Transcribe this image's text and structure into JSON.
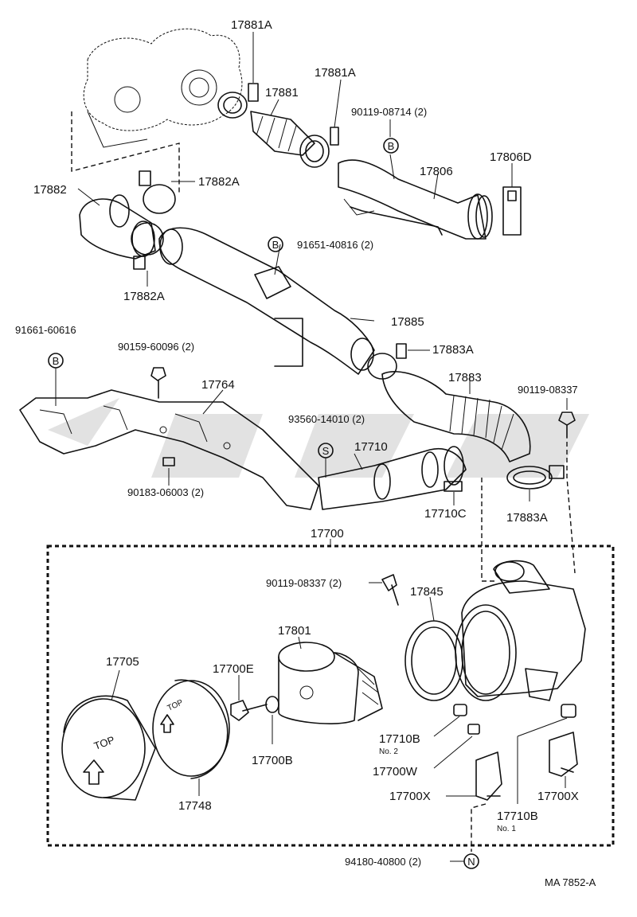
{
  "labels": {
    "p17881A_top": "17881A",
    "p17881": "17881",
    "p17881A_right": "17881A",
    "p90119_08714": "90119-08714 (2)",
    "p17806": "17806",
    "p17806D": "17806D",
    "p17882": "17882",
    "p17882A_top": "17882A",
    "p17882A_bottom": "17882A",
    "p91651_40816": "91651-40816 (2)",
    "p17885": "17885",
    "p91661_60616": "91661-60616",
    "p90159_60096": "90159-60096 (2)",
    "p17883A_top": "17883A",
    "p17883": "17883",
    "p90119_08337_top": "90119-08337",
    "p17764": "17764",
    "p93560_14010": "93560-14010 (2)",
    "p17710": "17710",
    "p90183_06003": "90183-06003 (2)",
    "p17710C": "17710C",
    "p17883A_bottom": "17883A",
    "p17700": "17700",
    "p90119_08337_mid": "90119-08337 (2)",
    "p17845": "17845",
    "p17801": "17801",
    "p17705": "17705",
    "p17700E": "17700E",
    "p17710B_no2": "17710B",
    "p17710B_no2_sub": "No. 2",
    "p17700B": "17700B",
    "p17700W": "17700W",
    "p17700X_left": "17700X",
    "p17700X_right": "17700X",
    "p17748": "17748",
    "p17710B_no1": "17710B",
    "p17710B_no1_sub": "No. 1",
    "p94180_40800": "94180-40800 (2)",
    "diagram_code": "MA 7852-A"
  },
  "symbols": {
    "B": "B",
    "S": "S",
    "N": "N"
  },
  "cover_text": {
    "top": "TOP"
  }
}
